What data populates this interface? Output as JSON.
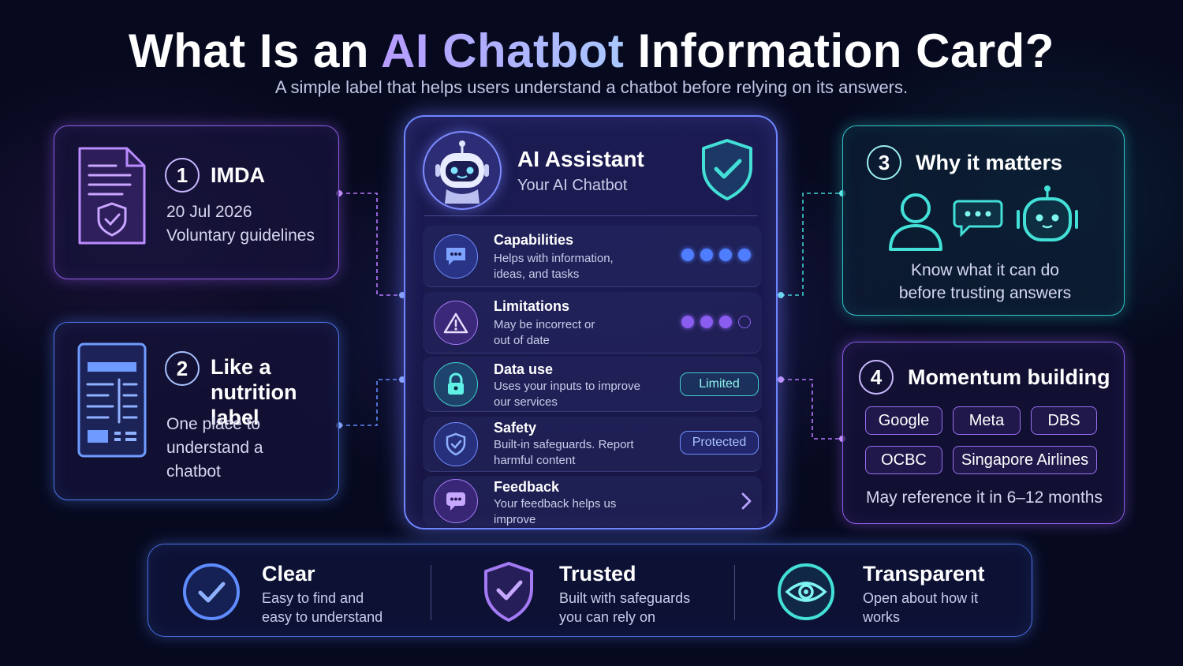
{
  "header": {
    "title_pre": "What Is an ",
    "title_accent": "AI Chatbot",
    "title_post": " Information Card?",
    "subtitle": "A simple label that helps users understand a chatbot before relying on its answers."
  },
  "cards": {
    "imda": {
      "number": "1",
      "title": "IMDA",
      "date": "20 Jul 2026",
      "text": "Voluntary guidelines"
    },
    "nutrition": {
      "number": "2",
      "title": "Like a nutrition label",
      "text": "One place to understand a chatbot"
    },
    "why": {
      "number": "3",
      "title": "Why it matters",
      "text": "Know what it can do before trusting answers"
    },
    "momentum": {
      "number": "4",
      "title": "Momentum building",
      "chips": [
        "Google",
        "Meta",
        "DBS",
        "OCBC",
        "Singapore Airlines"
      ],
      "note": "May reference it in 6–12 months"
    }
  },
  "assistant": {
    "name": "AI Assistant",
    "subtitle": "Your AI Chatbot",
    "rows": [
      {
        "title": "Capabilities",
        "desc": "Helps with information, ideas, and tasks",
        "level": 4,
        "max": 4,
        "icon": "chat-bubble-icon"
      },
      {
        "title": "Limitations",
        "desc": "May be incorrect or out of date",
        "level": 3,
        "max": 4,
        "icon": "warning-icon"
      },
      {
        "title": "Data use",
        "desc": "Uses your inputs to improve our services",
        "badge": "Limited",
        "icon": "lock-icon"
      },
      {
        "title": "Safety",
        "desc": "Built-in safeguards. Report harmful content",
        "badge": "Protected",
        "icon": "shield-check-icon"
      },
      {
        "title": "Feedback",
        "desc": "Your feedback helps us improve",
        "icon": "feedback-icon"
      }
    ]
  },
  "bottom": [
    {
      "title": "Clear",
      "text": "Easy to find and easy to understand",
      "icon": "check-circle-icon"
    },
    {
      "title": "Trusted",
      "text": "Built with safeguards you can rely on",
      "icon": "shield-check-icon"
    },
    {
      "title": "Transparent",
      "text": "Open about how it works",
      "icon": "eye-icon"
    }
  ],
  "colors": {
    "background": "#070a1f",
    "purple": "#8d5ce6",
    "blue": "#4f79ea",
    "teal": "#2fc4c8",
    "dot_blue": "#4f7dff",
    "dot_purple": "#8a5cf0"
  }
}
